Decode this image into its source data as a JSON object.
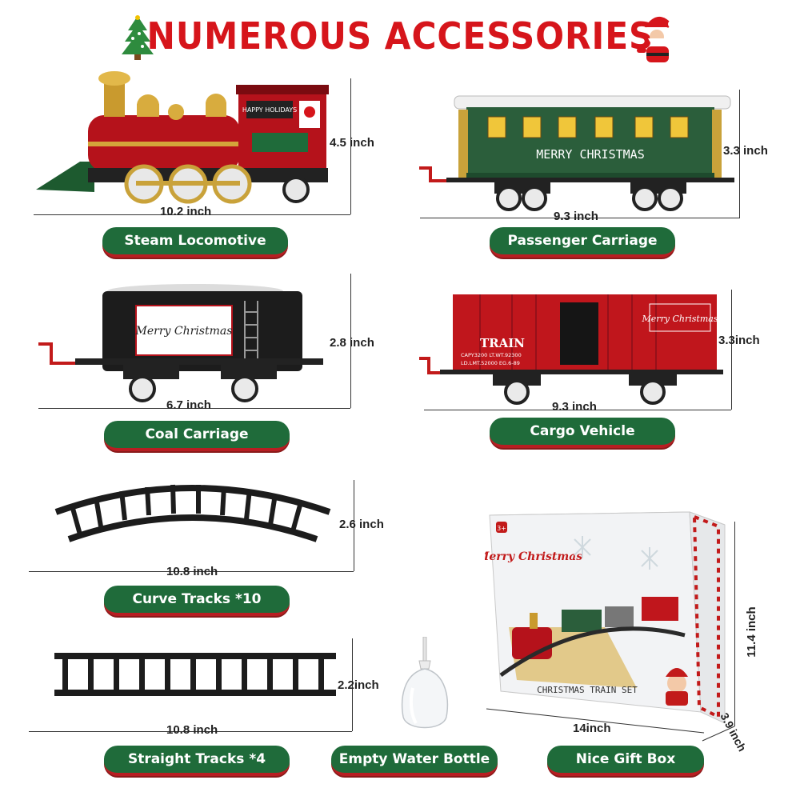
{
  "title": "NUMEROUS ACCESSORIES",
  "items": [
    {
      "label": "Steam Locomotive",
      "width": "10.2 inch",
      "height": "4.5 inch"
    },
    {
      "label": "Passenger Carriage",
      "width": "9.3 inch",
      "height": "3.3 inch"
    },
    {
      "label": "Coal Carriage",
      "width": "6.7 inch",
      "height": "2.8 inch"
    },
    {
      "label": "Cargo Vehicle",
      "width": "9.3 inch",
      "height": "3.3inch"
    },
    {
      "label": "Curve Tracks *10",
      "width": "10.8 inch",
      "height": "2.6 inch"
    },
    {
      "label": "Straight Tracks *4",
      "width": "10.8 inch",
      "height": "2.2inch"
    },
    {
      "label": "Empty Water Bottle"
    },
    {
      "label": "Nice Gift Box",
      "width": "14inch",
      "height": "11.4 inch",
      "depth": "3.9 inch"
    }
  ],
  "car_texts": {
    "loco_sign": "HAPPY HOLIDAYS",
    "passenger": "MERRY CHRISTMAS",
    "coal": "Merry Christmas",
    "cargo_train": "TRAIN",
    "cargo_specs": [
      "CAPY3200  LT.WT.92300",
      "LD.LMT.52000  EG.6-89"
    ],
    "cargo_merry": "Merry Christmas"
  },
  "box_texts": {
    "age": "3+",
    "logo": "Merry Christmas",
    "bottom": "CHRISTMAS  TRAIN SET"
  },
  "colors": {
    "title_red": "#d6151b",
    "badge_green": "#1f6b3a",
    "loco_red": "#b5121b",
    "carriage_green": "#2b5e3b",
    "cargo_red": "#c0161c",
    "track_black": "#1c1c1c"
  }
}
